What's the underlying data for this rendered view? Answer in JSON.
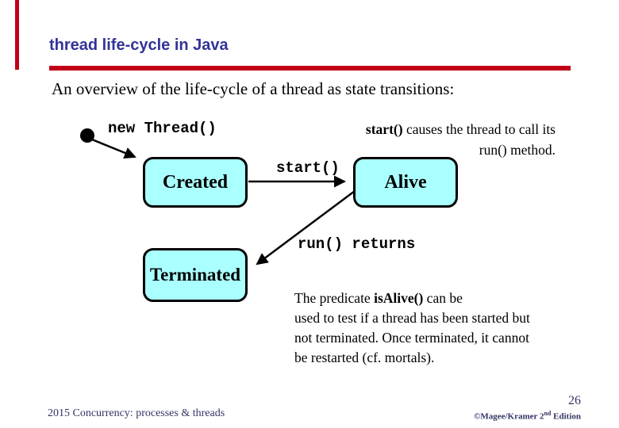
{
  "slide": {
    "title": "thread life-cycle in Java",
    "intro": "An overview of the life-cycle of a thread as state transitions:",
    "page_number": "26",
    "footer_left": "2015 Concurrency: processes & threads",
    "footer_right_prefix": "©Magee/Kramer 2",
    "footer_right_sup": "nd",
    "footer_right_suffix": " Edition"
  },
  "colors": {
    "accent_red": "#c00018",
    "title_blue": "#333399",
    "state_fill_cyan": "#aaffff",
    "footer_navy": "#333366"
  },
  "diagram": {
    "creation_label": "new Thread()",
    "states": {
      "created": "Created",
      "alive": "Alive",
      "terminated": "Terminated"
    },
    "transitions": {
      "start": "start()",
      "run_returns": "run() returns"
    },
    "annotation_start": {
      "line1_bold": "start()",
      "line1_rest": " causes the thread to call its",
      "line2": "run() method."
    },
    "annotation_predicate": {
      "line1_pre": "The predicate ",
      "line1_bold": "isAlive()",
      "line1_post": " can be",
      "line2": "used to test if a thread has been started but",
      "line3": "not terminated. Once terminated, it cannot",
      "line4": "be restarted (cf. mortals)."
    }
  }
}
